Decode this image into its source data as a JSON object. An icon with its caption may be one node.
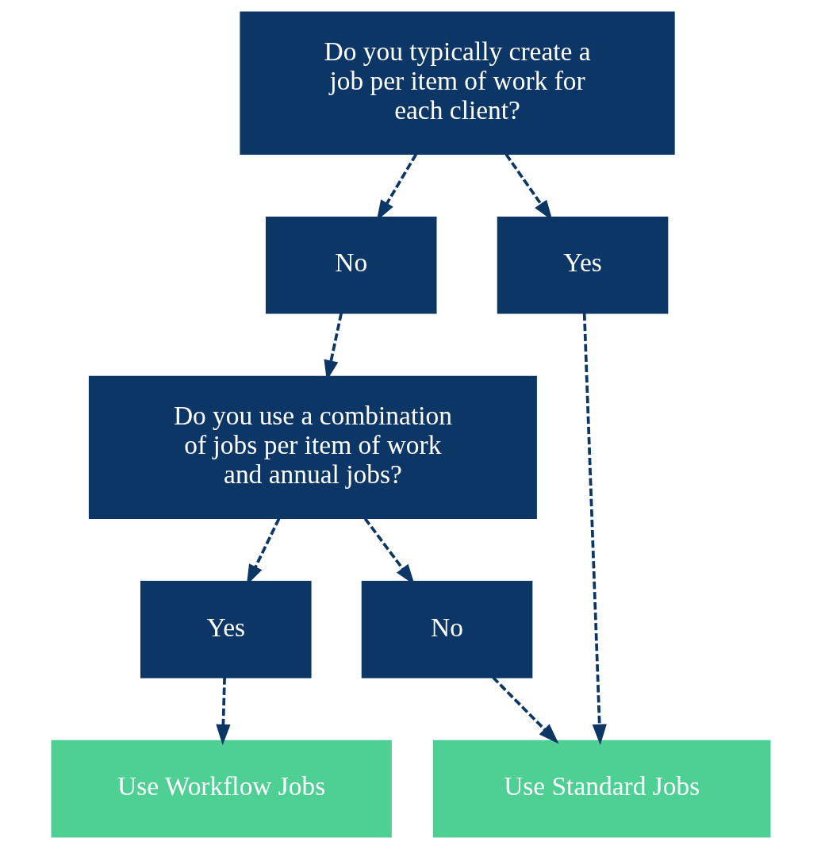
{
  "diagram": {
    "nodes": [
      {
        "text": [
          "Do you typically create a job per item of work for each client?"
        ]
      },
      {
        "text": [
          "No"
        ]
      },
      {
        "text": [
          "Yes"
        ]
      },
      {
        "text": [
          "Do you use a combination of jobs per item of work and annual jobs?"
        ]
      },
      {
        "text": [
          "Yes"
        ]
      },
      {
        "text": [
          "No"
        ]
      },
      {
        "text": [
          "Use Standard Jobs"
        ]
      },
      {
        "text": [
          "Use Workflow Jobs"
        ]
      }
    ],
    "edges": [
      {
        "from": 0,
        "to": 1,
        "arrow": "to",
        "style": "dashed"
      },
      {
        "from": 0,
        "to": 2,
        "arrow": "to",
        "style": "dashed"
      },
      {
        "from": 1,
        "to": 3,
        "arrow": "to",
        "style": "dashed"
      },
      {
        "from": 2,
        "to": 6,
        "arrow": "to",
        "style": "dashed"
      },
      {
        "from": 3,
        "to": 4,
        "arrow": "to",
        "style": "dashed"
      },
      {
        "from": 3,
        "to": 5,
        "arrow": "to",
        "style": "dashed"
      },
      {
        "from": 5,
        "to": 6,
        "arrow": "to",
        "style": "dashed"
      },
      {
        "from": 4,
        "to": 7,
        "arrow": "to",
        "style": "dashed"
      }
    ]
  }
}
